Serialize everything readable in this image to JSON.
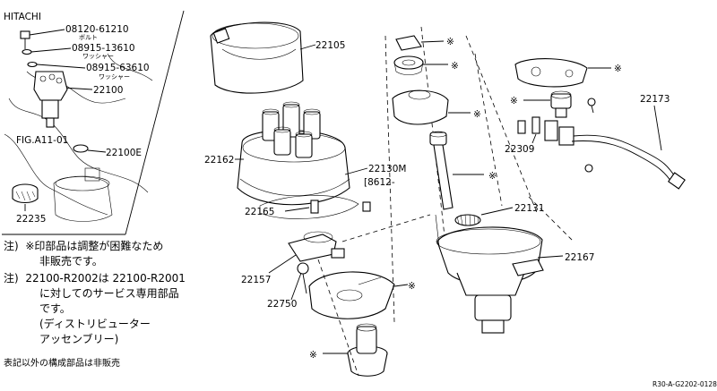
{
  "brand": "HITACHI",
  "inset_parts": {
    "p1": "08120-61210",
    "p1_sub": "ボルト",
    "p2": "08915-13610",
    "p2_sub": "ワッシャー",
    "p3": "08915-63610",
    "p3_sub": "ワッシャー",
    "p4": "22100",
    "p5": "22100E",
    "fig_ref": "FIG.A11-01",
    "p6": "22235"
  },
  "callouts": {
    "c22105": "22105",
    "c22162": "22162",
    "c22130m": "22130M",
    "c8612": "[8612-",
    "c22165": "22165",
    "c22157": "22157",
    "c22750": "22750",
    "c22131": "22131",
    "c22167": "22167",
    "c22309": "22309",
    "c22173": "22173"
  },
  "mark": "※",
  "notes": {
    "n1_prefix": "注)",
    "n1_text": "※印部品は調整が困難なため",
    "n1_cont": "非販売です。",
    "n2_prefix": "注)",
    "n2_text": "22100-R2002は 22100-R2001",
    "n2_l2": "に対してのサービス専用部品",
    "n2_l3": "です。",
    "n2_l4": "(ディストリビューター",
    "n2_l5": "アッセンブリー)",
    "footer": "表記以外の構成部品は非販売"
  },
  "figure_code": "R30-A-G2202-0128"
}
